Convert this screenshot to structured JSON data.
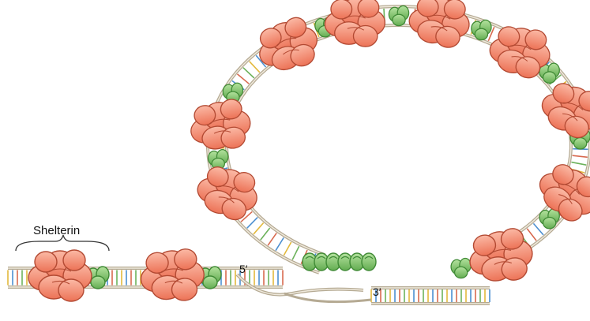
{
  "labels": {
    "complex_name": "Shelterin",
    "five_prime_end": "5′",
    "three_prime_end": "3′"
  },
  "colors": {
    "backbone": "#b5aa93",
    "backbone_inner": "#efe9dc",
    "protein_fill": "#f4866b",
    "protein_stroke": "#b34a33",
    "green_protein": "#7fc46a",
    "green_stroke": "#3f8a35",
    "rung_colors": [
      "#e3b93c",
      "#4c8fd0",
      "#d86a4f",
      "#6cb25b"
    ]
  },
  "icons": {
    "shelterin_complex": "shelterin-complex-icon",
    "trf_green_subunit": "green-subunit-icon",
    "t_loop": "t-loop-icon",
    "d_loop": "d-loop-icon"
  }
}
